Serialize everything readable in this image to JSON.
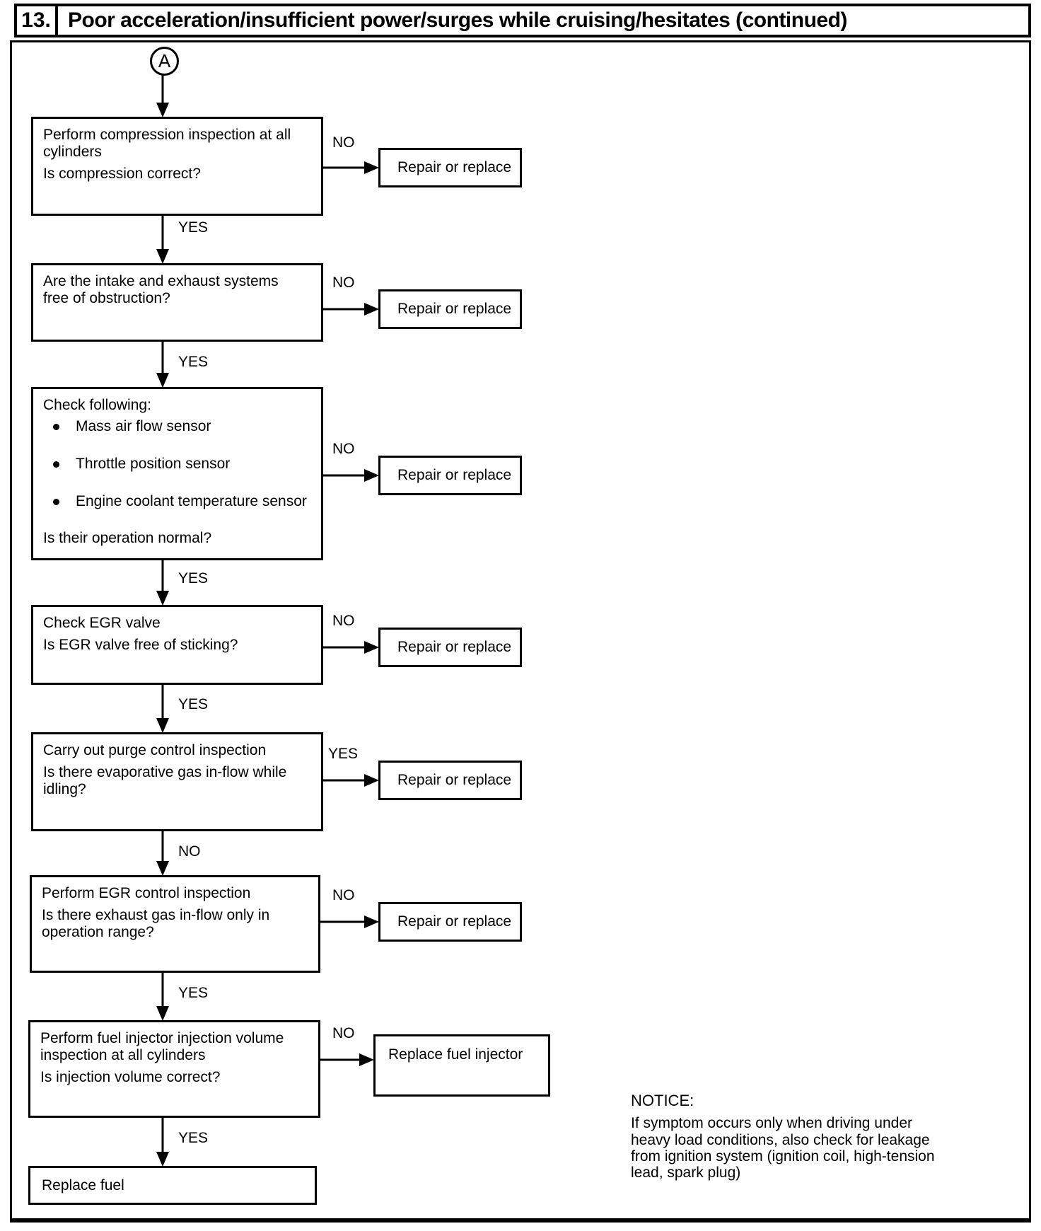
{
  "header": {
    "number": "13.",
    "title": "Poor acceleration/insufficient power/surges while cruising/hesitates (continued)"
  },
  "connector_a": "A",
  "flow": {
    "steps": [
      {
        "lines": [
          "Perform compression inspection at all",
          "cylinders"
        ],
        "question": [
          "Is compression correct?"
        ],
        "side_label": "NO",
        "side_result": "Repair or replace",
        "down_label": "YES"
      },
      {
        "lines": [
          "Are the intake and exhaust systems",
          "free of obstruction?"
        ],
        "question": [],
        "side_label": "NO",
        "side_result": "Repair or replace",
        "down_label": "YES"
      },
      {
        "lines": [
          "Check following:"
        ],
        "bullets": [
          "Mass air flow sensor",
          "Throttle position sensor",
          "Engine coolant temperature sensor"
        ],
        "question": [
          "Is their operation normal?"
        ],
        "side_label": "NO",
        "side_result": "Repair or replace",
        "down_label": "YES"
      },
      {
        "lines": [
          "Check EGR valve"
        ],
        "question": [
          "Is EGR valve free of sticking?"
        ],
        "side_label": "NO",
        "side_result": "Repair or replace",
        "down_label": "YES"
      },
      {
        "lines": [
          "Carry out purge control inspection"
        ],
        "question": [
          "Is there evaporative gas in-flow while",
          "idling?"
        ],
        "side_label": "YES",
        "side_result": "Repair or replace",
        "down_label": "NO"
      },
      {
        "lines": [
          "Perform EGR control inspection"
        ],
        "question": [
          "Is there exhaust gas in-flow only in",
          "operation range?"
        ],
        "side_label": "NO",
        "side_result": "Repair or replace",
        "down_label": "YES"
      },
      {
        "lines": [
          "Perform fuel injector injection volume",
          "inspection at all cylinders"
        ],
        "question": [
          "Is injection volume correct?"
        ],
        "side_label": "NO",
        "side_result": "Replace fuel injector",
        "down_label": "YES"
      }
    ],
    "final": "Replace fuel"
  },
  "notice": {
    "heading": "NOTICE:",
    "lines": [
      "If symptom occurs only when driving under",
      "heavy load conditions, also check for leakage",
      "from ignition system (ignition coil, high-tension",
      "lead, spark plug)"
    ]
  }
}
